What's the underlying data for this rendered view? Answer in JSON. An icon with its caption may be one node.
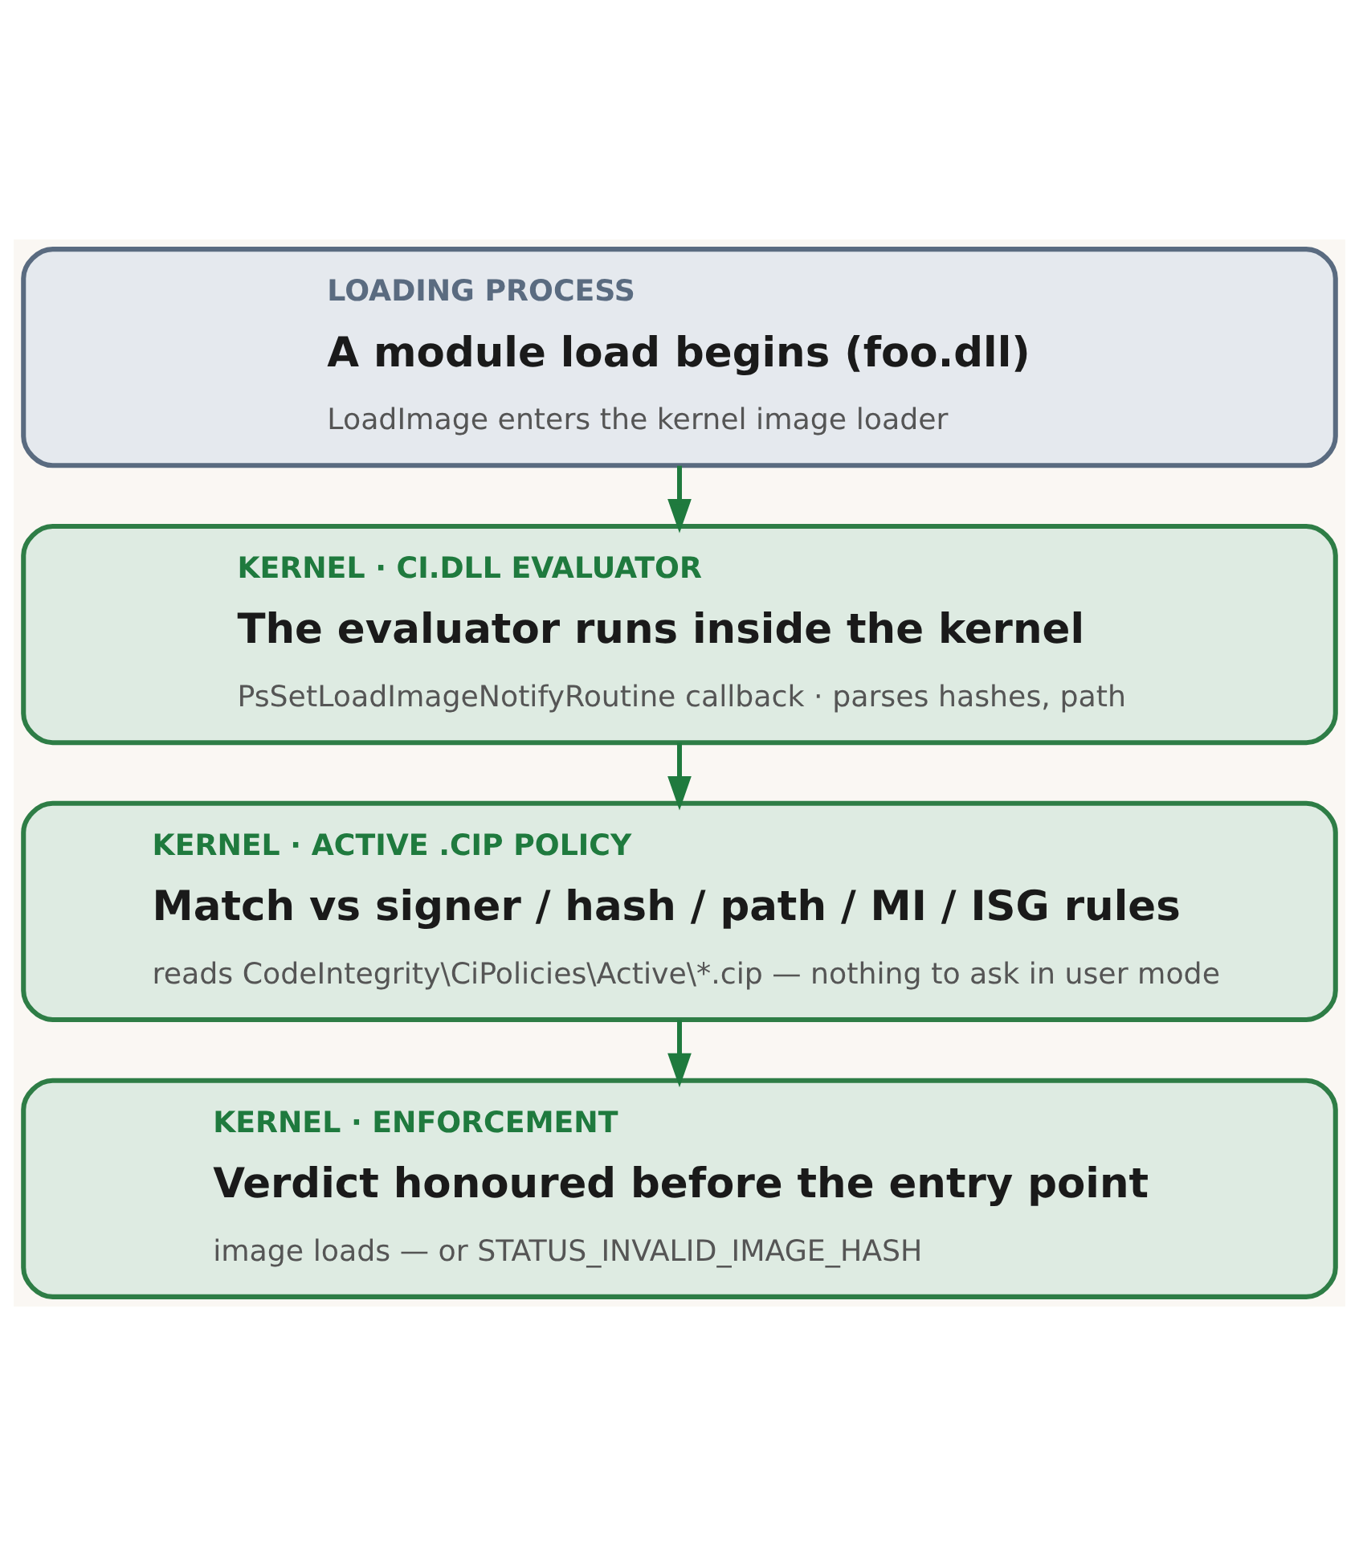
{
  "diagram": {
    "nodes": [
      {
        "text": [
          "LOADING PROCESS",
          "A module load begins (foo.dll)",
          "LoadImage enters the kernel image loader"
        ]
      },
      {
        "text": [
          "KERNEL · CI.DLL EVALUATOR",
          "The evaluator runs inside the kernel",
          "PsSetLoadImageNotifyRoutine callback · parses hashes, path"
        ]
      },
      {
        "text": [
          "KERNEL · ACTIVE .CIP POLICY",
          "Match vs signer / hash / path / MI / ISG rules",
          "reads CodeIntegrity\\CiPolicies\\Active\\*.cip — nothing to ask in user mode"
        ]
      },
      {
        "text": [
          "KERNEL · ENFORCEMENT",
          "Verdict honoured before the entry point",
          "image loads — or STATUS_INVALID_IMAGE_HASH"
        ]
      }
    ],
    "edges": [
      {
        "from": 0,
        "to": 1,
        "arrow": "to"
      },
      {
        "from": 1,
        "to": 2,
        "arrow": "to"
      },
      {
        "from": 2,
        "to": 3,
        "arrow": "to"
      }
    ]
  }
}
